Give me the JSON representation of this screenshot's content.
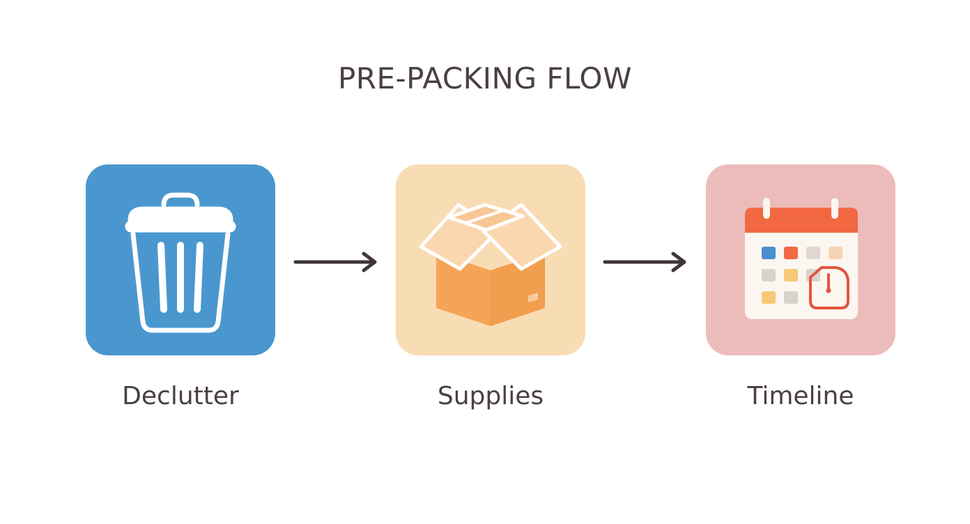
{
  "title": "PRE-PACKING FLOW",
  "steps": [
    {
      "label": "Declutter",
      "icon": "trash-can-icon",
      "tile_color": "#4a97cf"
    },
    {
      "label": "Supplies",
      "icon": "box-icon",
      "tile_color": "#f8dcb4"
    },
    {
      "label": "Timeline",
      "icon": "calendar-clock-icon",
      "tile_color": "#ecbcba"
    }
  ],
  "arrows": [
    "arrow-right-icon",
    "arrow-right-icon"
  ]
}
